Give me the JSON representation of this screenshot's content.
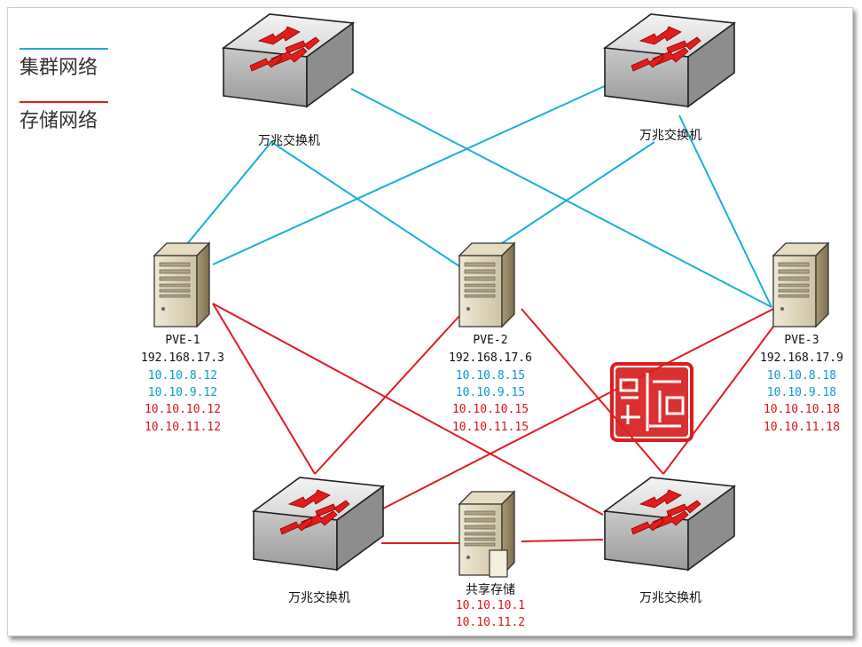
{
  "legend": [
    {
      "label": "集群网络",
      "color": "#1aaed8"
    },
    {
      "label": "存储网络",
      "color": "#e11b22"
    }
  ],
  "switches": [
    {
      "id": "sw-top-left",
      "label": "万兆交换机"
    },
    {
      "id": "sw-top-right",
      "label": "万兆交换机"
    },
    {
      "id": "sw-bottom-left",
      "label": "万兆交换机"
    },
    {
      "id": "sw-bottom-right",
      "label": "万兆交换机"
    }
  ],
  "servers": [
    {
      "name": "PVE-1",
      "mgmt": "192.168.17.3",
      "cluster": [
        "10.10.8.12",
        "10.10.9.12"
      ],
      "storage": [
        "10.10.10.12",
        "10.10.11.12"
      ]
    },
    {
      "name": "PVE-2",
      "mgmt": "192.168.17.6",
      "cluster": [
        "10.10.8.15",
        "10.10.9.15"
      ],
      "storage": [
        "10.10.10.15",
        "10.10.11.15"
      ]
    },
    {
      "name": "PVE-3",
      "mgmt": "192.168.17.9",
      "cluster": [
        "10.10.8.18",
        "10.10.9.18"
      ],
      "storage": [
        "10.10.10.18",
        "10.10.11.18"
      ]
    }
  ],
  "shared_storage": {
    "name": "共享存储",
    "ips": [
      "10.10.10.1",
      "10.10.11.2"
    ]
  },
  "colors": {
    "cluster_link": "#1aaed8",
    "storage_link": "#e11b22",
    "seal": "#d81e1e"
  }
}
